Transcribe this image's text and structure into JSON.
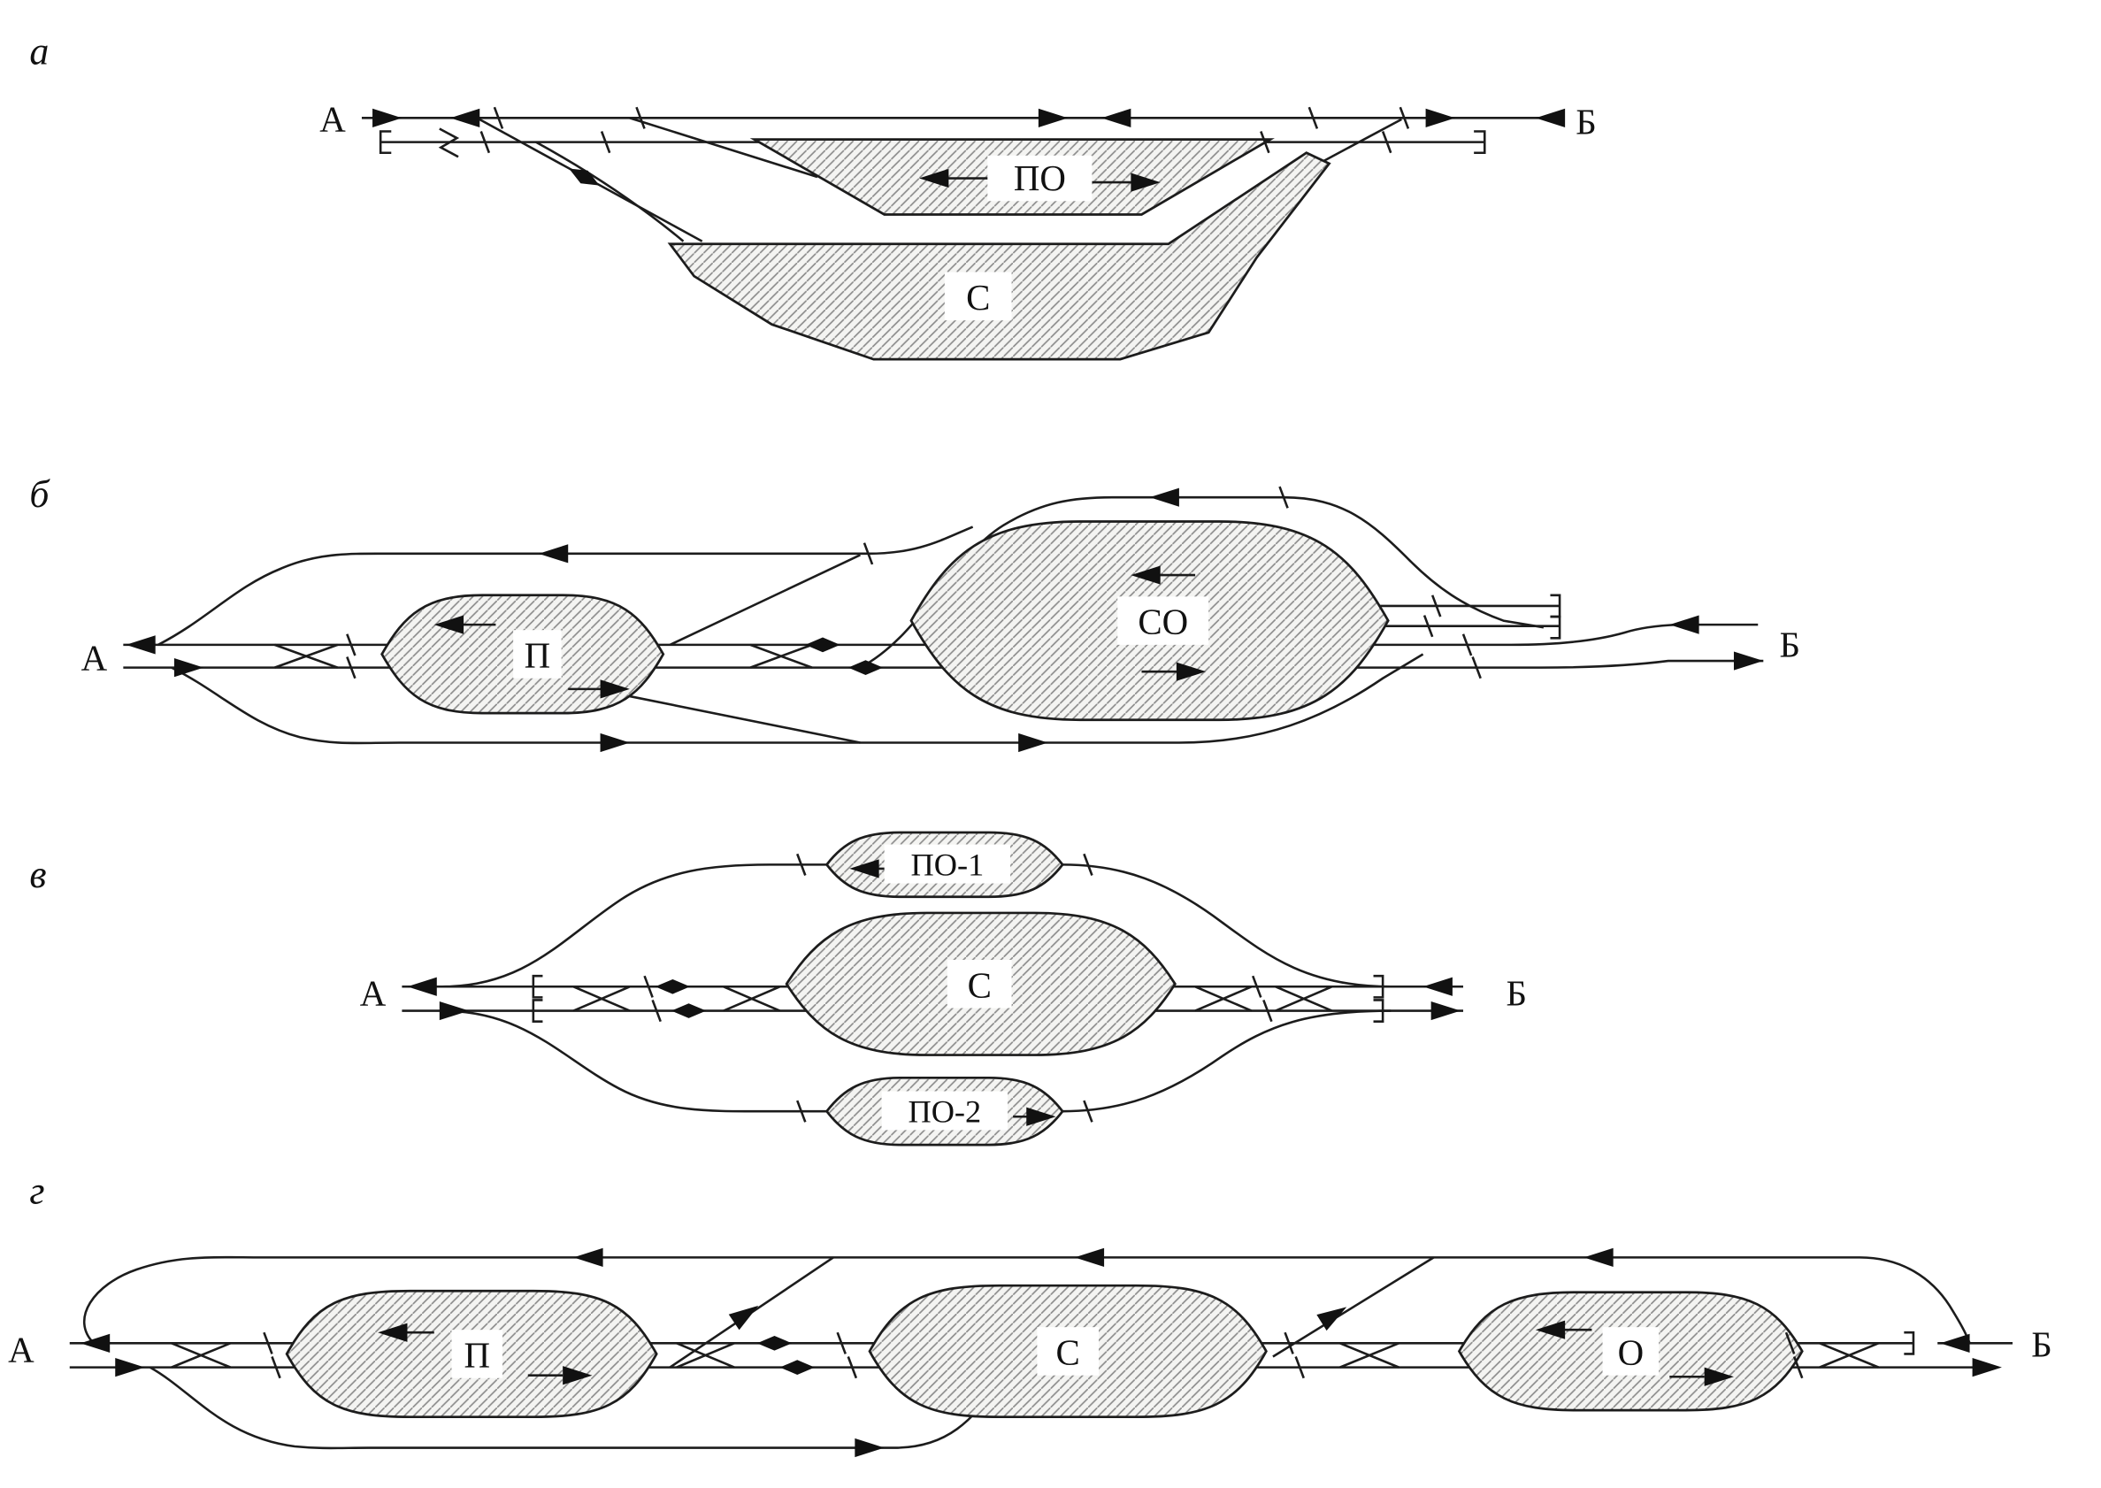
{
  "figure": {
    "background_color": "#ffffff",
    "line_color": "#1c1c1c",
    "hatch_line_color": "#8d8d8d",
    "hatch_fill_color": "#f4f4f2",
    "diagrams": {
      "a": {
        "section_label": "а",
        "left_terminal": "А",
        "right_terminal": "Б",
        "parks": {
          "po": "ПО",
          "s": "С"
        }
      },
      "b": {
        "section_label": "б",
        "left_terminal": "А",
        "right_terminal": "Б",
        "parks": {
          "p": "П",
          "so": "СО"
        }
      },
      "v": {
        "section_label": "в",
        "left_terminal": "А",
        "right_terminal": "Б",
        "parks": {
          "po1": "ПО-1",
          "s": "С",
          "po2": "ПО-2"
        }
      },
      "g": {
        "section_label": "г",
        "left_terminal": "А",
        "right_terminal": "Б",
        "parks": {
          "p": "П",
          "s": "С",
          "o": "О"
        }
      }
    }
  }
}
